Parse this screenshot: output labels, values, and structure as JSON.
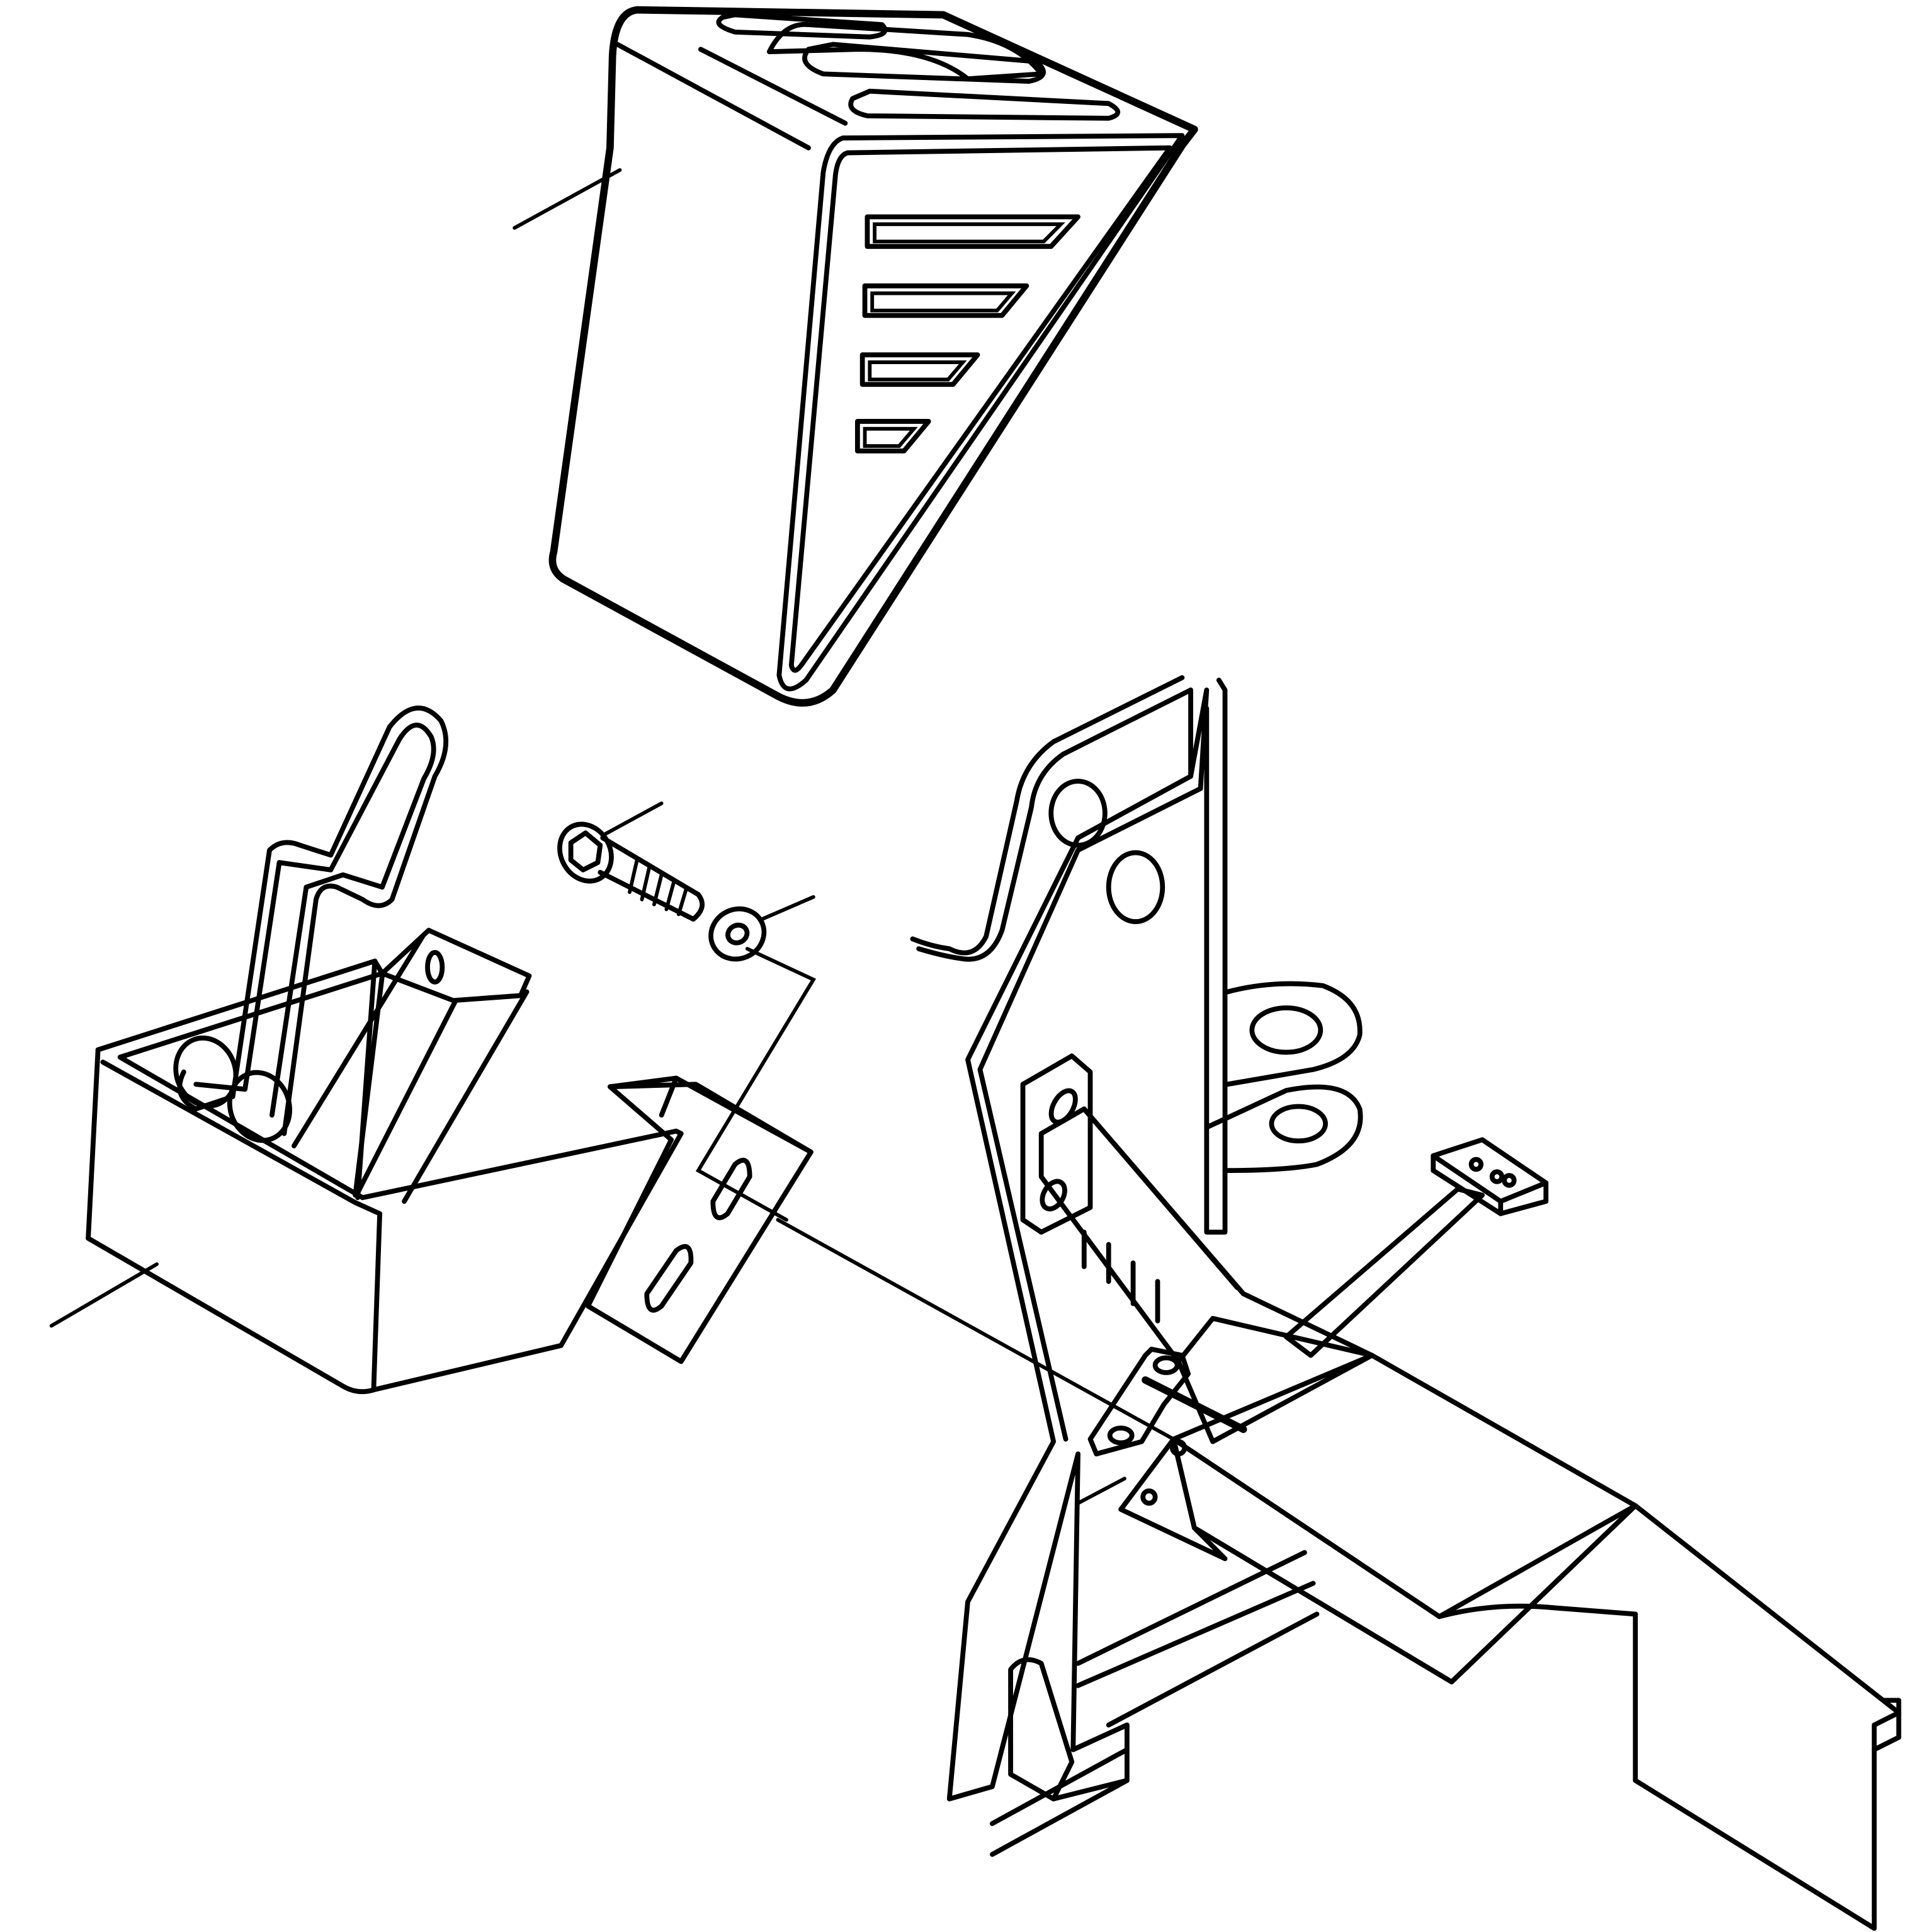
{
  "diagram": {
    "type": "exploded parts illustration",
    "background_color": "#ffffff",
    "line_color": "#000000",
    "parts": [
      "control-lever-cover",
      "lever-bracket-assembly",
      "socket-head-bolt",
      "washer",
      "console-frame"
    ],
    "callout_count": 4
  }
}
